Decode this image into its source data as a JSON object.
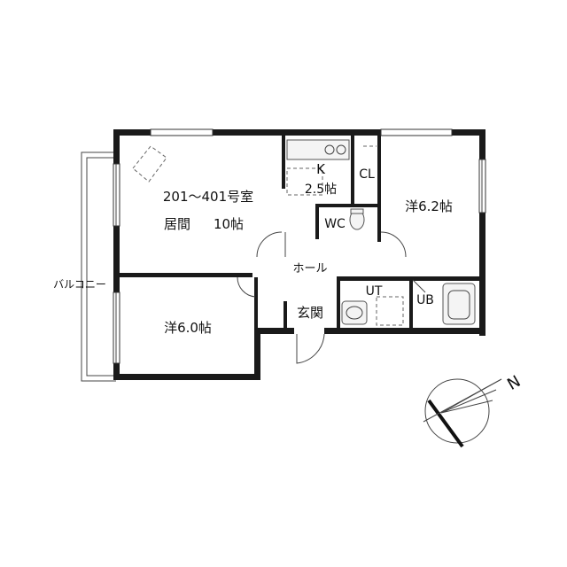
{
  "unit_range": "201～401号室",
  "rooms": {
    "living": {
      "name": "居間",
      "size": "10帖"
    },
    "kitchen": {
      "name": "K",
      "size": "2.5帖"
    },
    "closet": "CL",
    "western_east": "洋6.2帖",
    "western_west": "洋6.0帖",
    "toilet": "WC",
    "hall": "ホール",
    "entrance": "玄関",
    "utility": "UT",
    "bath": "UB",
    "balcony": "バルコニー"
  },
  "compass": {
    "label": "N"
  }
}
